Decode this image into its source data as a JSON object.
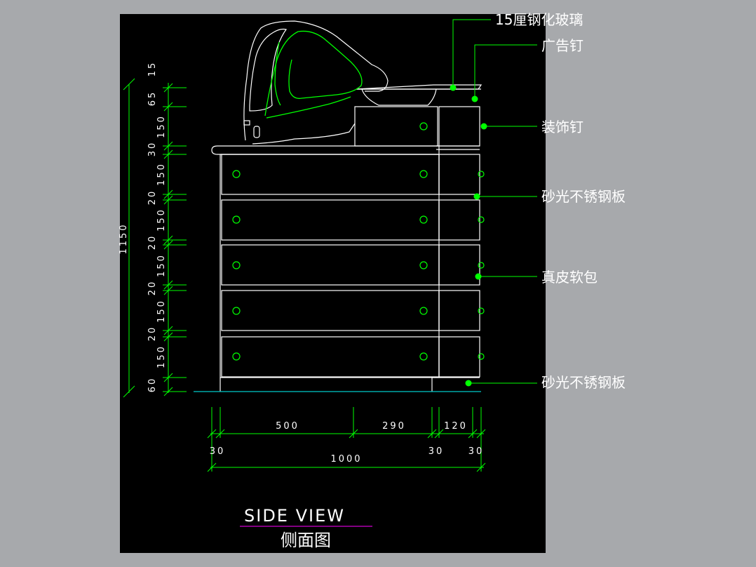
{
  "drawing": {
    "title_en": "SIDE  VIEW",
    "title_cn": "侧面图"
  },
  "callouts": [
    "15厘钢化玻璃",
    "广告钉",
    "装饰钉",
    "砂光不锈钢板",
    "真皮软包",
    "砂光不锈钢板"
  ],
  "dimensions": {
    "vertical_total": "1150",
    "vertical": [
      "15",
      "65",
      "150",
      "30",
      "150",
      "20",
      "150",
      "20",
      "150",
      "20",
      "150",
      "20",
      "150",
      "60"
    ],
    "horizontal_top": [
      "500",
      "290",
      "120"
    ],
    "horizontal_bottom": [
      "30",
      "30",
      "30"
    ],
    "horizontal_total": "1000"
  },
  "colors": {
    "canvas": "#000000",
    "background": "#a7a9ac",
    "linework": "#ffffff",
    "dimension": "#00ff00",
    "title_underline": "#d000d0",
    "ground": "#00c8c8"
  }
}
